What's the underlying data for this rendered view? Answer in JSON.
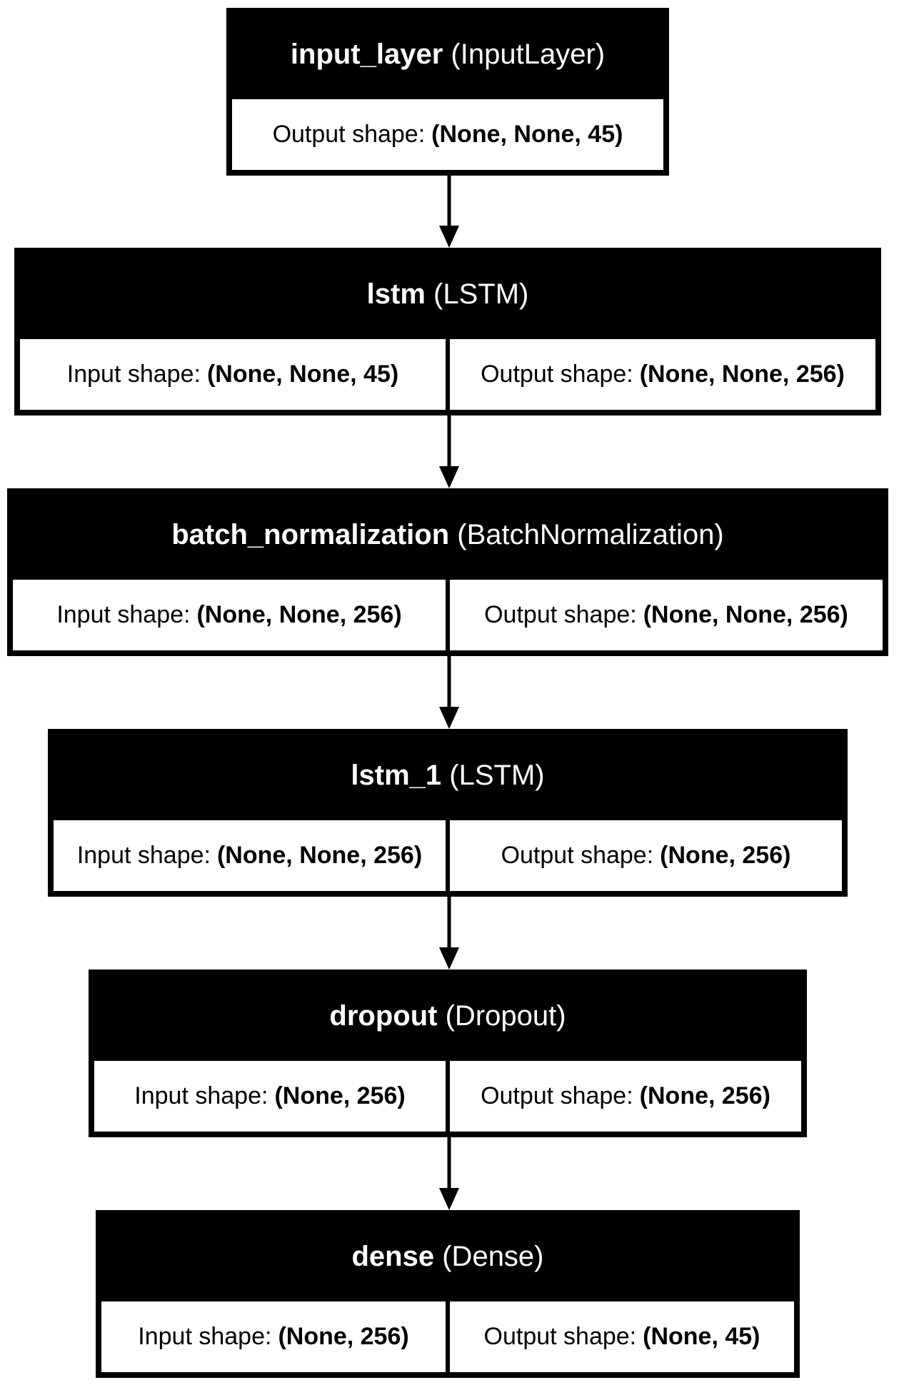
{
  "layers": [
    {
      "name": "input_layer",
      "class": "(InputLayer)",
      "shapes": [
        {
          "label": "Output shape:",
          "value": "(None, None, 45)"
        }
      ]
    },
    {
      "name": "lstm",
      "class": "(LSTM)",
      "shapes": [
        {
          "label": "Input shape:",
          "value": "(None, None, 45)"
        },
        {
          "label": "Output shape:",
          "value": "(None, None, 256)"
        }
      ]
    },
    {
      "name": "batch_normalization",
      "class": "(BatchNormalization)",
      "shapes": [
        {
          "label": "Input shape:",
          "value": "(None, None, 256)"
        },
        {
          "label": "Output shape:",
          "value": "(None, None, 256)"
        }
      ]
    },
    {
      "name": "lstm_1",
      "class": "(LSTM)",
      "shapes": [
        {
          "label": "Input shape:",
          "value": "(None, None, 256)"
        },
        {
          "label": "Output shape:",
          "value": "(None, 256)"
        }
      ]
    },
    {
      "name": "dropout",
      "class": "(Dropout)",
      "shapes": [
        {
          "label": "Input shape:",
          "value": "(None, 256)"
        },
        {
          "label": "Output shape:",
          "value": "(None, 256)"
        }
      ]
    },
    {
      "name": "dense",
      "class": "(Dense)",
      "shapes": [
        {
          "label": "Input shape:",
          "value": "(None, 256)"
        },
        {
          "label": "Output shape:",
          "value": "(None, 45)"
        }
      ]
    }
  ]
}
